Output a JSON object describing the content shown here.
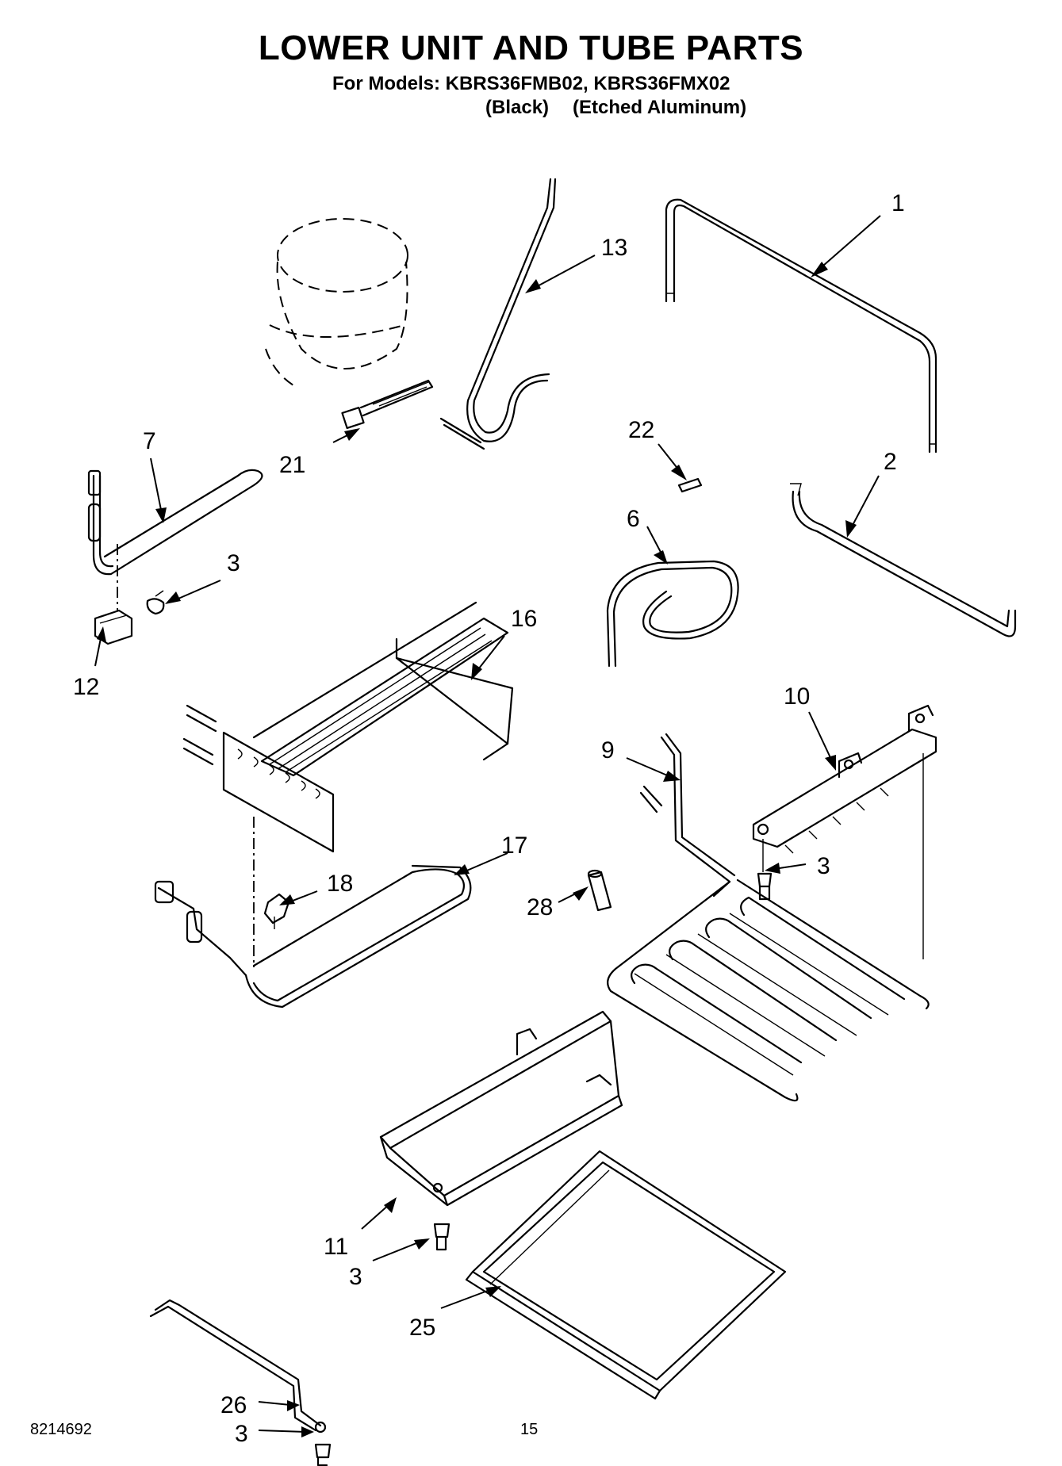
{
  "header": {
    "title": "LOWER UNIT AND TUBE PARTS",
    "models_line": "For Models: KBRS36FMB02, KBRS36FMX02",
    "variant_1": "(Black)",
    "variant_2": "(Etched Aluminum)"
  },
  "callouts": {
    "p1": "1",
    "p2": "2",
    "p3a": "3",
    "p3b": "3",
    "p3c": "3",
    "p3d": "3",
    "p6": "6",
    "p7": "7",
    "p9": "9",
    "p10": "10",
    "p11": "11",
    "p12": "12",
    "p13": "13",
    "p16": "16",
    "p17": "17",
    "p18": "18",
    "p21": "21",
    "p22": "22",
    "p25": "25",
    "p26": "26",
    "p28": "28"
  },
  "footer": {
    "doc_number": "8214692",
    "page_number": "15"
  }
}
